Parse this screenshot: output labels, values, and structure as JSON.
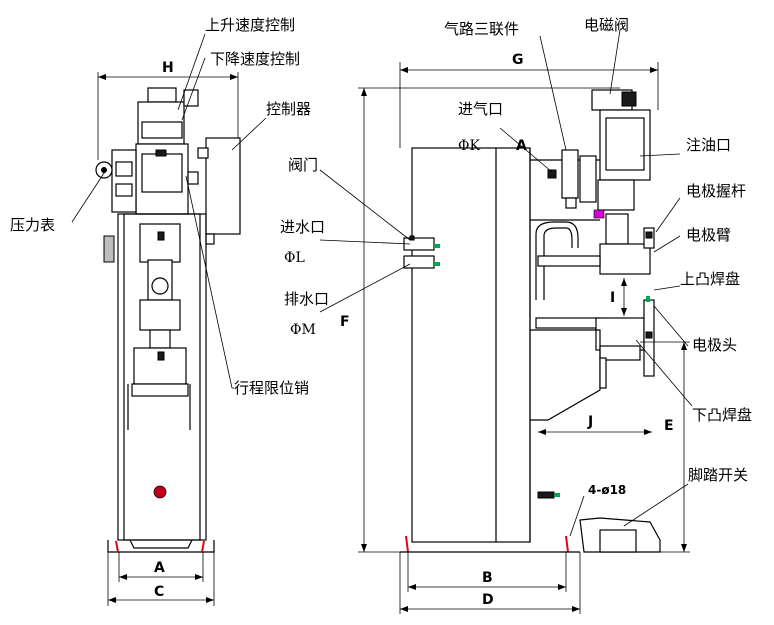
{
  "labels": {
    "lift_speed": "上升速度控制",
    "drop_speed": "下降速度控制",
    "controller": "控制器",
    "pressure_gauge": "压力表",
    "stroke_pin": "行程限位销",
    "air_unit": "气路三联件",
    "solenoid": "电磁阀",
    "air_inlet": "进气口",
    "oil_port": "注油口",
    "electrode_holder": "电极握杆",
    "electrode_arm": "电极臂",
    "valve": "阀门",
    "water_inlet": "进水口",
    "drain": "排水口",
    "upper_plate": "上凸焊盘",
    "electrode_tip": "电极头",
    "lower_plate": "下凸焊盘",
    "foot_switch": "脚踏开关"
  },
  "dims": {
    "H": "H",
    "A_left": "A",
    "C": "C",
    "G": "G",
    "F": "F",
    "phiK": "ΦK",
    "A_right": "A",
    "phiL": "ΦL",
    "phiM": "ΦM",
    "I": "I",
    "J": "J",
    "E": "E",
    "holes": "4-ø18",
    "B": "B",
    "D": "D"
  },
  "colors": {
    "marker_red": "#e0001b",
    "marker_green": "#00a650",
    "marker_magenta": "#d400d4"
  }
}
